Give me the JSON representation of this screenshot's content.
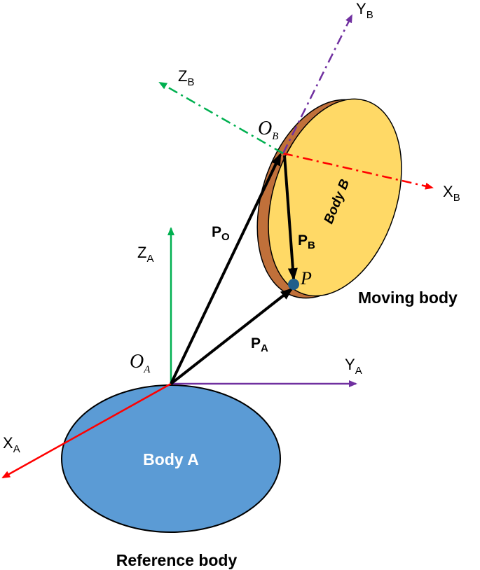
{
  "labels": {
    "xa": "X",
    "xa_sub": "A",
    "ya": "Y",
    "ya_sub": "A",
    "za": "Z",
    "za_sub": "A",
    "xb": "X",
    "xb_sub": "B",
    "yb": "Y",
    "yb_sub": "B",
    "zb": "Z",
    "zb_sub": "B",
    "oa": "O",
    "oa_sub": "A",
    "ob": "O",
    "ob_sub": "B",
    "po": "P",
    "po_sub": "O",
    "pa": "P",
    "pa_sub": "A",
    "pb": "P",
    "pb_sub": "B",
    "point": "P",
    "body_a": "Body A",
    "body_b": "Body B",
    "moving_body": "Moving body",
    "reference_body": "Reference body"
  },
  "colors": {
    "body_a_fill": "#5b9bd5",
    "body_b_fill": "#ffd966",
    "body_b_rim": "#c0703a",
    "x_axis": "#ff0000",
    "y_axis": "#7030a0",
    "z_axis": "#00b050",
    "vector": "#000000",
    "point": "#1f5f8b"
  }
}
